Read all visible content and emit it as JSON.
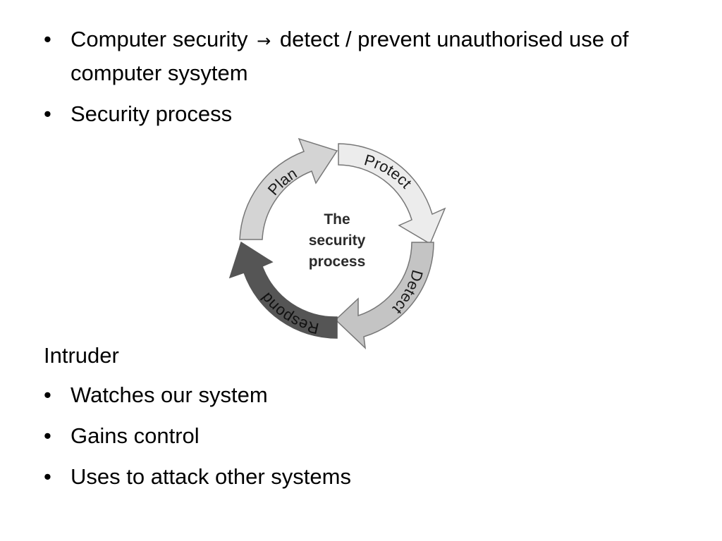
{
  "bullets_top": [
    {
      "prefix": "Computer security",
      "arrow": "→",
      "suffix": "detect / prevent unauthorised use of computer sysytem"
    },
    {
      "text": "Security process"
    }
  ],
  "bullet_symbol": "•",
  "diagram": {
    "center_lines": [
      "The",
      "security",
      "process"
    ],
    "stages": [
      {
        "label": "Plan",
        "color": "#d4d4d4"
      },
      {
        "label": "Protect",
        "color": "#ececec"
      },
      {
        "label": "Detect",
        "color": "#c4c4c4"
      },
      {
        "label": "Respond",
        "color": "#555555"
      }
    ],
    "outline_color": "#777777"
  },
  "intruder_heading": "Intruder",
  "bullets_bottom": [
    {
      "text": "Watches our system"
    },
    {
      "text": "Gains control"
    },
    {
      "text": "Uses to attack other systems"
    }
  ]
}
